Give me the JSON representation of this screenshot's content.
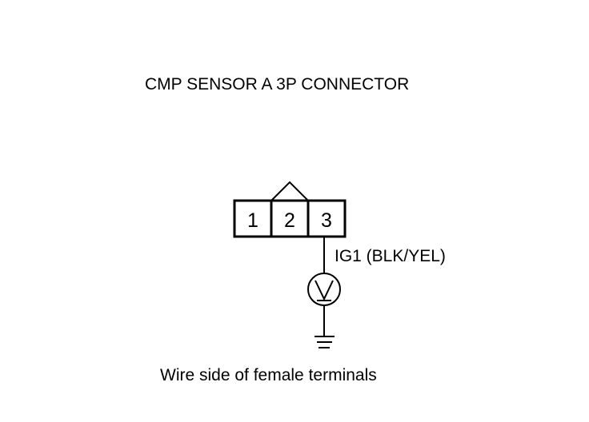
{
  "title": "CMP SENSOR A 3P CONNECTOR",
  "connector": {
    "terminals": [
      "1",
      "2",
      "3"
    ]
  },
  "wire": {
    "label": "IG1 (BLK/YEL)",
    "terminal": "3"
  },
  "meter_icon": "voltmeter-icon",
  "ground_icon": "ground-icon",
  "caption": "Wire side of female terminals"
}
